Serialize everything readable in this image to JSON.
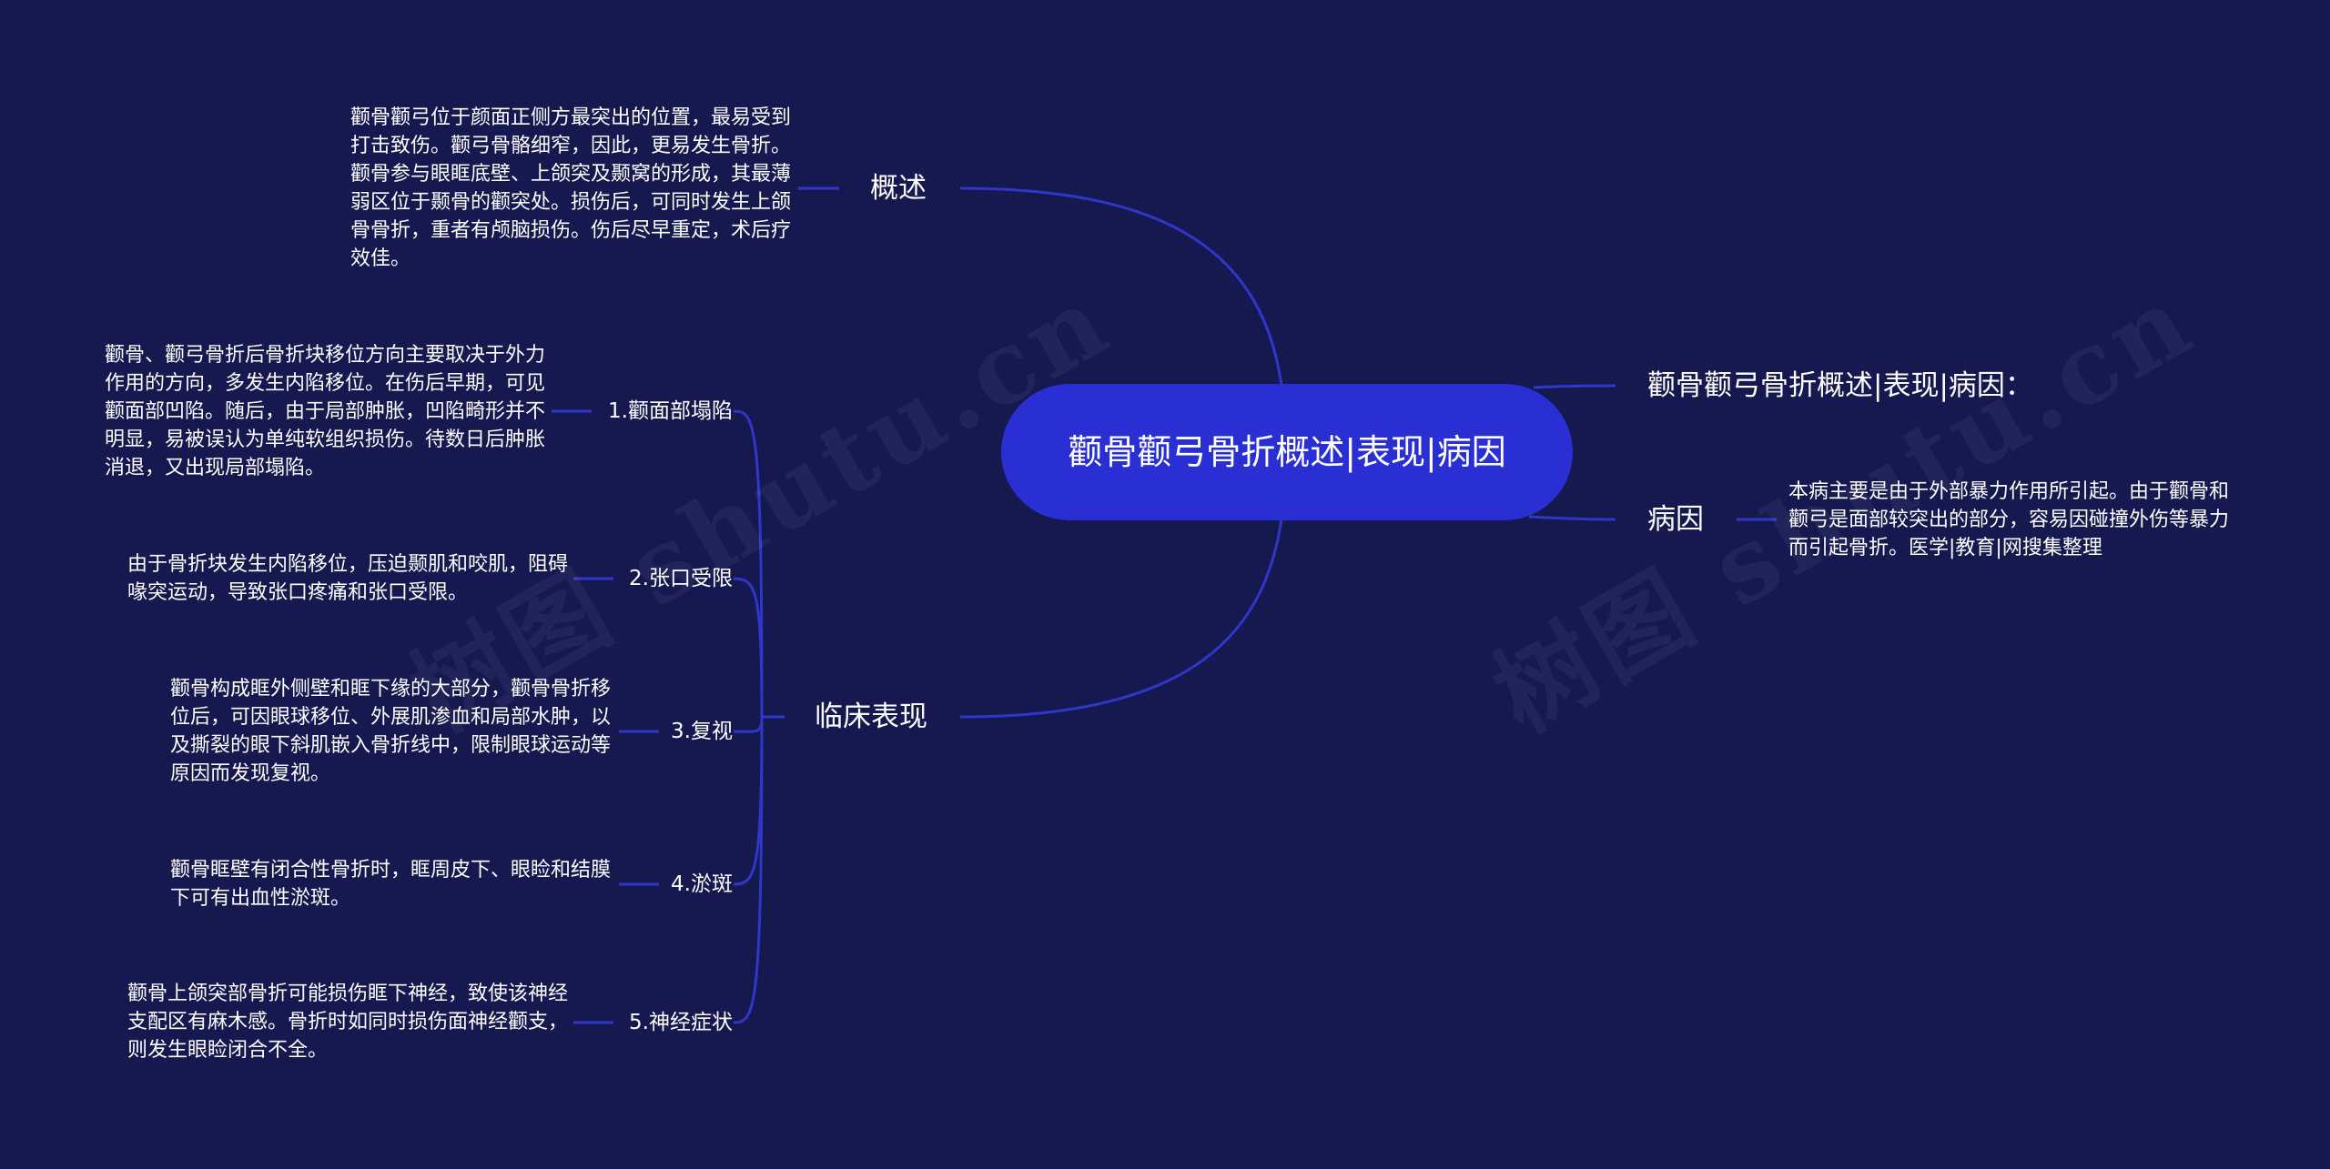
{
  "root": {
    "title": "颧骨颧弓骨折概述|表现|病因"
  },
  "watermark": "树图 shutu.cn",
  "overview": {
    "label": "概述",
    "text": "颧骨颧弓位于颜面正侧方最突出的位置，最易受到打击致伤。颧弓骨骼细窄，因此，更易发生骨折。颧骨参与眼眶底壁、上颌突及颞窝的形成，其最薄弱区位于颞骨的颧突处。损伤后，可同时发生上颌骨骨折，重者有颅脑损伤。伤后尽早重定，术后疗效佳。"
  },
  "clinical": {
    "label": "临床表现",
    "items": [
      {
        "label": "1.颧面部塌陷",
        "text": "颧骨、颧弓骨折后骨折块移位方向主要取决于外力作用的方向，多发生内陷移位。在伤后早期，可见颧面部凹陷。随后，由于局部肿胀，凹陷畸形并不明显，易被误认为单纯软组织损伤。待数日后肿胀消退，又出现局部塌陷。"
      },
      {
        "label": "2.张口受限",
        "text": "由于骨折块发生内陷移位，压迫颞肌和咬肌，阻碍喙突运动，导致张口疼痛和张口受限。"
      },
      {
        "label": "3.复视",
        "text": "颧骨构成眶外侧壁和眶下缘的大部分，颧骨骨折移位后，可因眼球移位、外展肌渗血和局部水肿，以及撕裂的眼下斜肌嵌入骨折线中，限制眼球运动等原因而发现复视。"
      },
      {
        "label": "4.淤斑",
        "text": "颧骨眶壁有闭合性骨折时，眶周皮下、眼睑和结膜下可有出血性淤斑。"
      },
      {
        "label": "5.神经症状",
        "text": "颧骨上颌突部骨折可能损伤眶下神经，致使该神经支配区有麻木感。骨折时如同时损伤面神经颧支，则发生眼睑闭合不全。"
      }
    ]
  },
  "summary": {
    "label": "颧骨颧弓骨折概述|表现|病因："
  },
  "cause": {
    "label": "病因",
    "text": "本病主要是由于外部暴力作用所引起。由于颧骨和颧弓是面部较突出的部分，容易因碰撞外伤等暴力而引起骨折。医学|教育|网搜集整理"
  },
  "colors": {
    "background": "#161950",
    "root": "#2a2fd4",
    "line": "#2f36c9"
  }
}
